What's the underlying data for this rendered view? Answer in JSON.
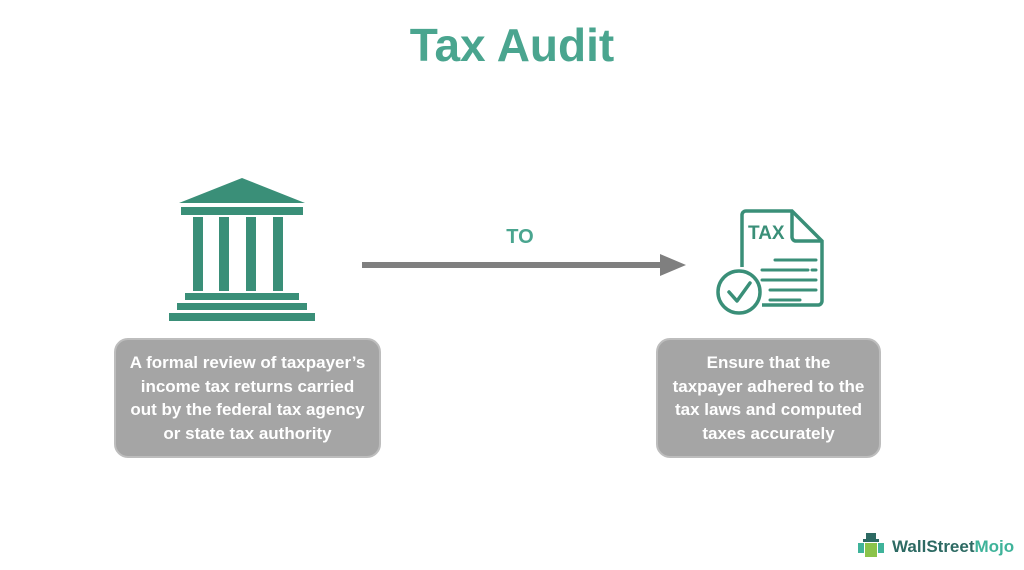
{
  "title": "Tax Audit",
  "arrow_label": "TO",
  "left_box": "A formal review of taxpayer’s income tax returns carried out by the federal tax agency or state tax authority",
  "right_box": "Ensure that the taxpayer adhered to the tax laws and computed taxes accurately",
  "doc_icon_text": "TAX",
  "logo": {
    "part1": "WallStreet",
    "part2": "Mojo"
  },
  "colors": {
    "accent": "#4aa58f",
    "icon": "#3a8f78",
    "box": "#a5a5a5",
    "arrow": "#7f7f7f"
  }
}
